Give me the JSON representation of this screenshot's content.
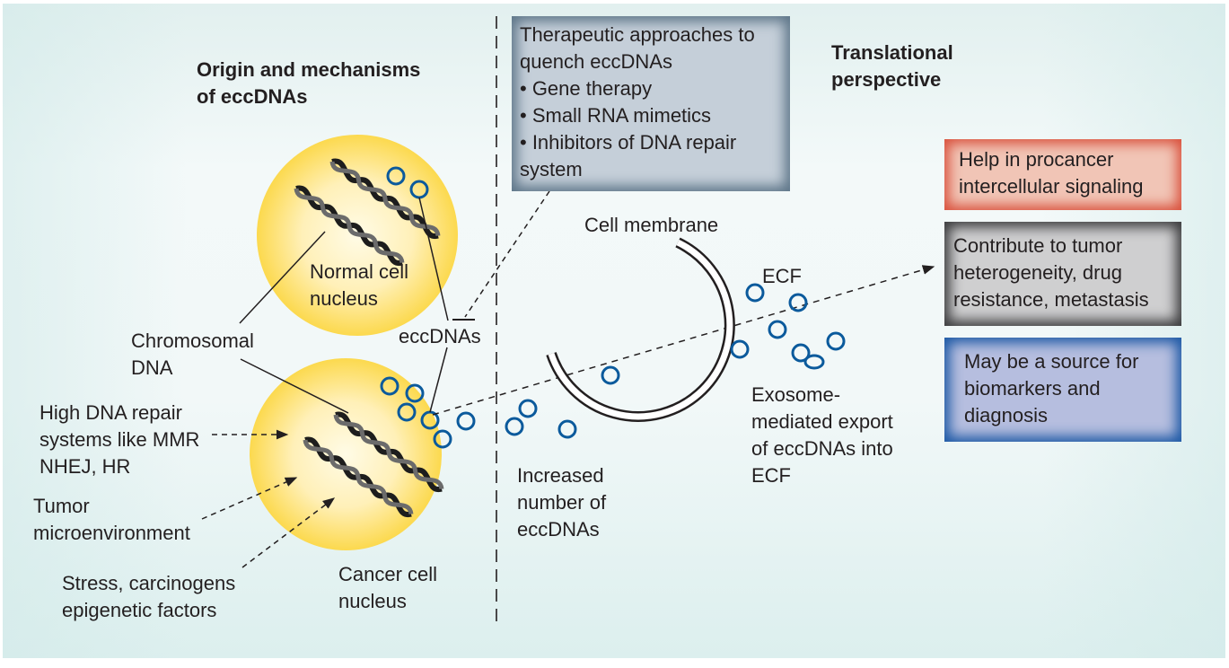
{
  "left_section": {
    "heading": "Origin and mechanisms\nof eccDNAs",
    "normal_nucleus_label": "Normal cell\nnucleus",
    "cancer_nucleus_label": "Cancer cell\nnucleus",
    "chromosomal_dna_label": "Chromosomal\nDNA",
    "eccdnas_label": "eccDNAs",
    "repair_label": "High DNA repair\nsystems like MMR\nNHEJ, HR",
    "tumor_label": "Tumor\nmicroenvironment",
    "stress_label": "Stress, carcinogens\nepigenetic factors"
  },
  "therapeutic_box": {
    "title": "Therapeutic approaches to\nquench eccDNAs",
    "items": [
      "• Gene therapy",
      "• Small RNA mimetics",
      "• Inhibitors of DNA repair\nsystem"
    ]
  },
  "middle_section": {
    "cell_membrane_label": "Cell membrane",
    "ecf_label": "ECF",
    "increased_label": "Increased\nnumber of\neccDNAs",
    "exosome_label": "Exosome-\nmediated export\nof eccDNAs into\nECF"
  },
  "right_section": {
    "heading": "Translational\nperspective",
    "outcomes": [
      {
        "text": "Help in procancer\nintercellular signaling",
        "color": "#d9503c"
      },
      {
        "text": "Contribute to tumor\nheterogeneity, drug\nresistance, metastasis",
        "color": "#3b3b3d"
      },
      {
        "text": "May be a source for\nbiomarkers and\ndiagnosis",
        "color": "#1f5aa6"
      }
    ]
  },
  "colors": {
    "eccdna_circle": "#0b5a9c",
    "nucleus_fill": "#fde383",
    "nucleus_center": "#fffbe6"
  }
}
